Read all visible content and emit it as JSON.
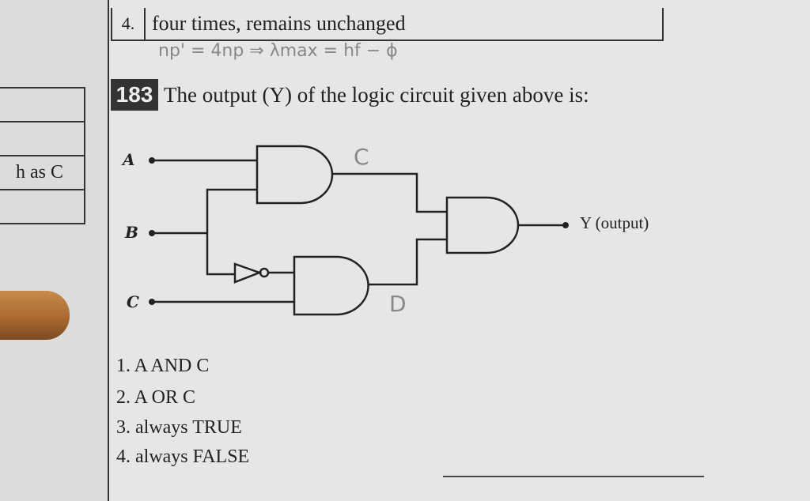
{
  "prev_question": {
    "option_number": "4.",
    "option_text": "four times, remains unchanged"
  },
  "handwritten_scribble": "np' = 4np ⇒ λmax = hf − ϕ",
  "left_table": {
    "cells": [
      "",
      "",
      "h as C",
      ""
    ]
  },
  "question": {
    "number": "183",
    "text": "The output (Y) of the logic circuit given above is:"
  },
  "circuit": {
    "inputs": [
      "A",
      "B",
      "C"
    ],
    "output_label": "Y (output)",
    "annotations": [
      "C",
      "D"
    ]
  },
  "options": [
    "1. A AND C",
    "2. A OR C",
    "3. always TRUE",
    "4. always FALSE"
  ]
}
